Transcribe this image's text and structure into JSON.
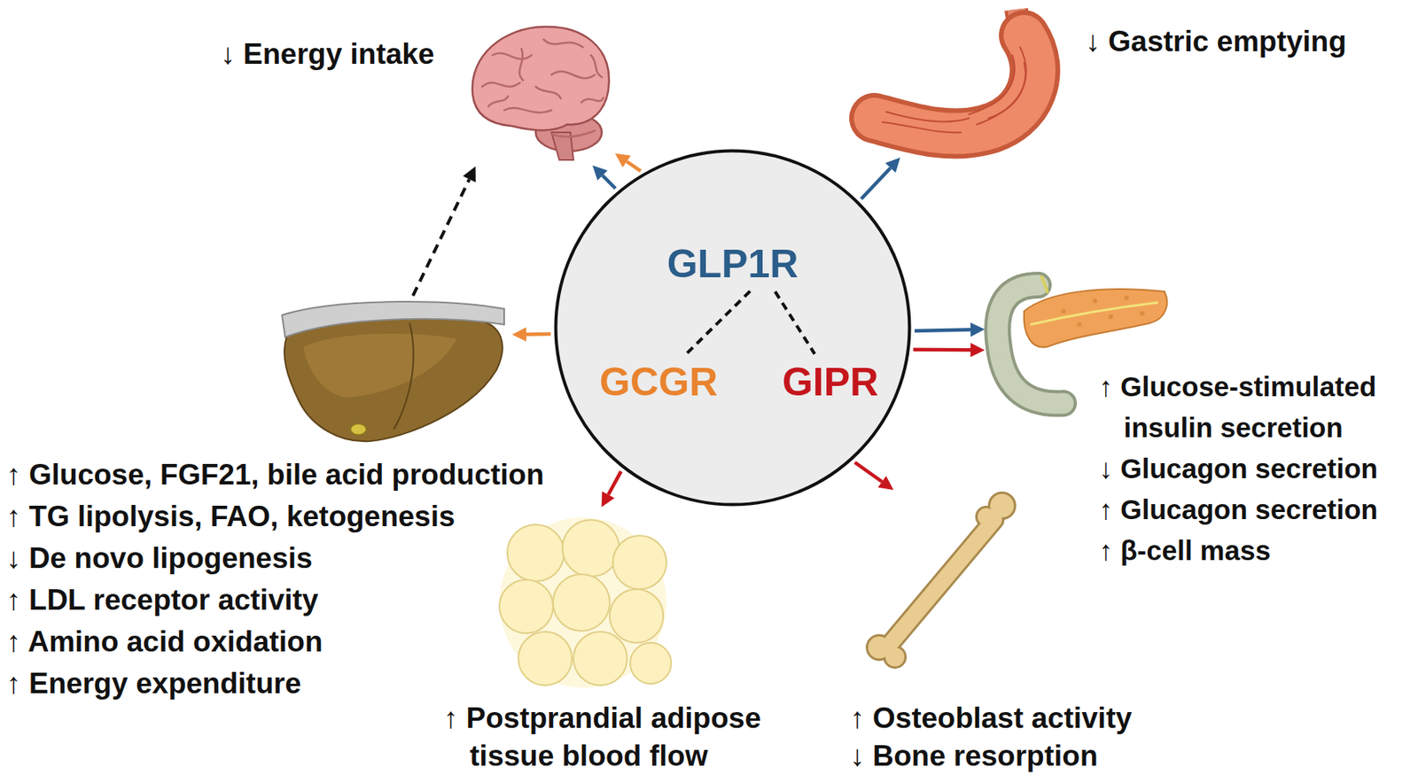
{
  "diagram": {
    "nodes": [
      {
        "text": []
      },
      {
        "text": [
          "GLP1R"
        ],
        "in": 0
      },
      {
        "text": [
          "GCGR"
        ],
        "in": 0
      },
      {
        "text": [
          "GIPR"
        ],
        "in": 0
      },
      {
        "text": [
          "↓ Energy intake"
        ]
      },
      {
        "text": [
          "↓ Gastric emptying"
        ]
      },
      {
        "text": [
          "↑ Glucose-stimulated insulin secretion",
          "↓ Glucagon secretion",
          "↑ Glucagon secretion",
          "↑ β-cell mass"
        ]
      },
      {
        "text": [
          "↑ Osteoblast activity",
          "↓ Bone resorption"
        ]
      },
      {
        "text": [
          "↑ Postprandial adipose tissue blood flow"
        ]
      },
      {
        "text": [
          "↑ Glucose, FGF21, bile acid production",
          "↑ TG lipolysis, FAO, ketogenesis",
          "↓ De novo lipogenesis",
          "↑ LDL receptor activity",
          "↑ Amino acid oxidation",
          "↑ Energy expenditure"
        ]
      }
    ],
    "edges": [
      {
        "from": 1,
        "to": 2,
        "arrow": "none"
      },
      {
        "from": 1,
        "to": 3,
        "arrow": "none"
      },
      {
        "from": 0,
        "to": 4,
        "arrow": "to"
      },
      {
        "from": 0,
        "to": 4,
        "arrow": "to"
      },
      {
        "from": 0,
        "to": 5,
        "arrow": "to"
      },
      {
        "from": 0,
        "to": 6,
        "arrow": "to"
      },
      {
        "from": 0,
        "to": 6,
        "arrow": "to"
      },
      {
        "from": 0,
        "to": 7,
        "arrow": "to"
      },
      {
        "from": 0,
        "to": 8,
        "arrow": "to"
      },
      {
        "from": 0,
        "to": 9,
        "arrow": "to"
      },
      {
        "from": 9,
        "to": 4,
        "arrow": "to"
      }
    ]
  }
}
